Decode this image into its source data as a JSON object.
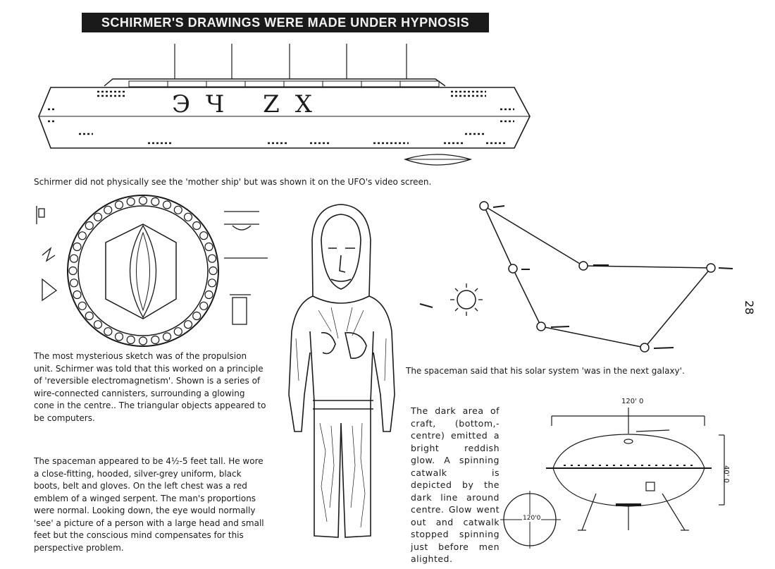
{
  "banner": "SCHIRMER'S DRAWINGS WERE MADE UNDER HYPNOSIS",
  "hull_symbols": "ЭЧ ZX",
  "captions": {
    "mothership": "Schirmer did not physically see the 'mother ship' but was shown it on the UFO's video screen.",
    "propulsion": "The most mysterious sketch was of the propulsion unit. Schirmer was told that this worked on a principle of 'reversible electromagnetism'. Shown is a series of wire-connected cannisters, surrounding a glowing cone in the centre.. The triangular objects appeared to be computers.",
    "spaceman": "The spaceman appeared to be 4½-5 feet tall. He wore a close-fitting, hooded, silver-grey uniform, black boots, belt and gloves. On the left chest was a red emblem of a winged serpent. The man's proportions were normal. Looking down, the eye would normally 'see' a picture of a person with a large head and small feet but the conscious mind compensates for this perspective problem.",
    "solar": "The spaceman said that his solar system 'was in the next galaxy'.",
    "dark_area": "The dark area of craft, (bottom,-centre) emitted a bright reddish glow. A spinning catwalk is depicted by the dark line around centre. Glow went out and catwalk stopped spinning just before men alighted."
  },
  "dimensions": {
    "width": "120' 0",
    "height": "40' 0",
    "bottom_diameter": "120'0"
  },
  "page_number": "28"
}
